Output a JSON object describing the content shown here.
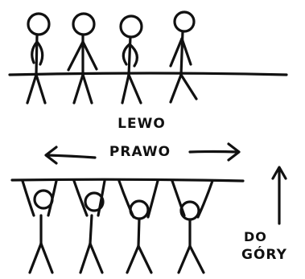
{
  "labels": {
    "left": "LEWO",
    "right": "PRAWO",
    "up_line1": "DO",
    "up_line2": "GÓRY"
  },
  "colors": {
    "ink": "#111111",
    "background": "#ffffff"
  }
}
